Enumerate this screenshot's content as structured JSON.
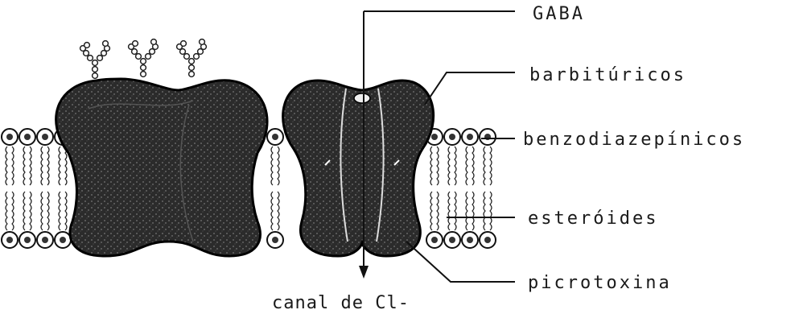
{
  "labels": {
    "gaba": "GABA",
    "barbituricos": "barbitúricos",
    "benzodiazepinicos": "benzodiazepínicos",
    "esteroides": "esteróides",
    "picrotoxina": "picrotoxina"
  },
  "caption": "canal de Cl-",
  "colors": {
    "ink": "#111111",
    "protein": "#2a2a2a",
    "background": "#ffffff"
  }
}
